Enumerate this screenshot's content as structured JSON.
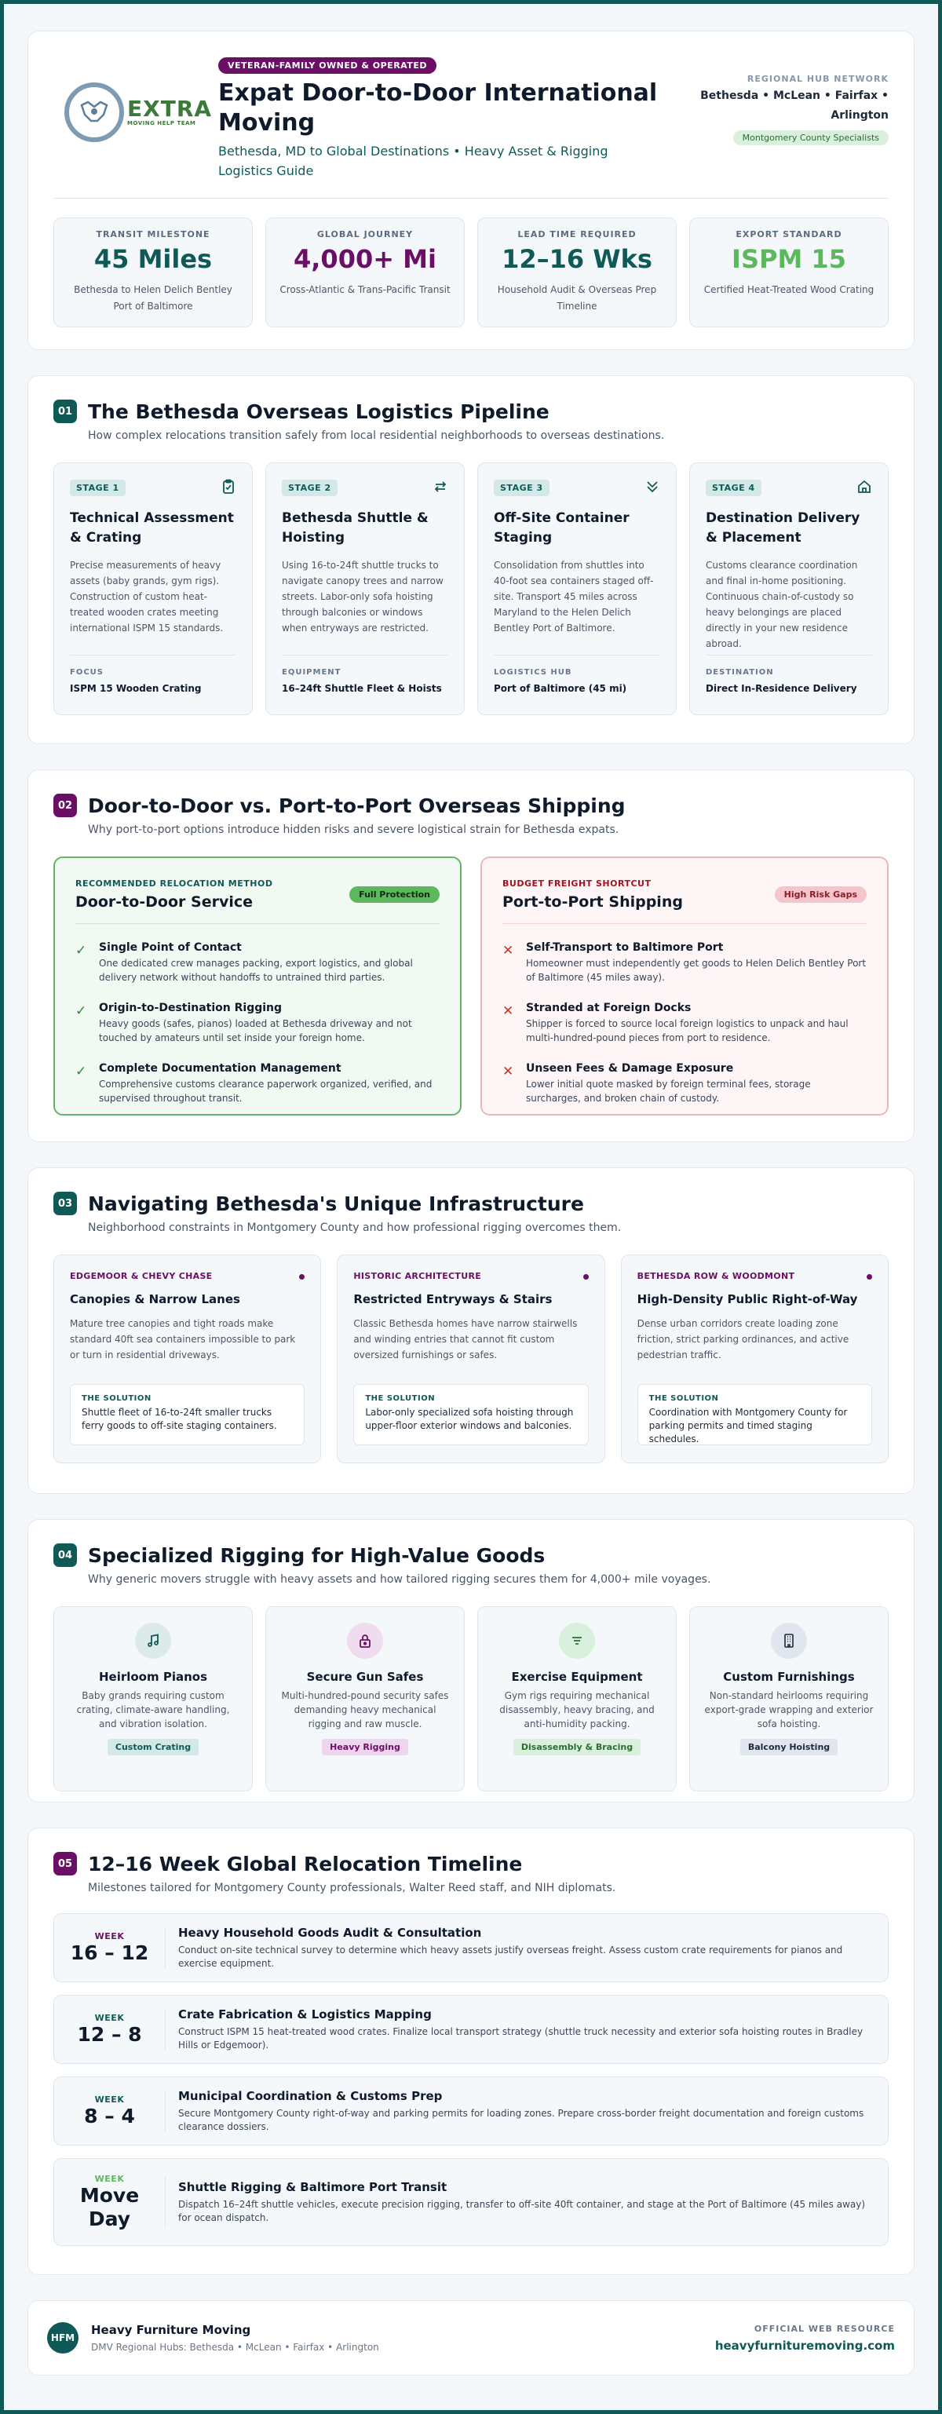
{
  "hero": {
    "logo_text": "EXTRA",
    "logo_sub": "MOVING HELP TEAM",
    "badge": "VETERAN-FAMILY OWNED & OPERATED",
    "title": "Expat Door-to-Door International Moving",
    "subtitle": "Bethesda, MD to Global Destinations • Heavy Asset & Rigging Logistics Guide",
    "hub_label": "REGIONAL HUB NETWORK",
    "hub_cities_line1": "Bethesda • McLean • Fairfax •",
    "hub_cities_line2": "Arlington",
    "hub_badge": "Montgomery County Specialists"
  },
  "stats": [
    {
      "label": "TRANSIT MILESTONE",
      "value": "45 Miles",
      "desc": "Bethesda to Helen Delich Bentley Port of Baltimore",
      "color": "#0f5a57"
    },
    {
      "label": "GLOBAL JOURNEY",
      "value": "4,000+ Mi",
      "desc": "Cross-Atlantic & Trans-Pacific Transit",
      "color": "#6b0f66"
    },
    {
      "label": "LEAD TIME REQUIRED",
      "value": "12–16 Wks",
      "desc": "Household Audit & Overseas Prep Timeline",
      "color": "#0f5a57"
    },
    {
      "label": "EXPORT STANDARD",
      "value": "ISPM 15",
      "desc": "Certified Heat-Treated Wood Crating",
      "color": "#5cb85c"
    }
  ],
  "pipeline": {
    "num": "01",
    "title": "The Bethesda Overseas Logistics Pipeline",
    "subtitle": "How complex relocations transition safely from local residential neighborhoods to overseas destinations.",
    "stages": [
      {
        "tag": "STAGE 1",
        "icon": "clipboard-check-icon",
        "title": "Technical Assessment & Crating",
        "desc": "Precise measurements of heavy assets (baby grands, gym rigs). Construction of custom heat-treated wooden crates meeting international ISPM 15 standards.",
        "foot_label": "FOCUS",
        "foot_value": "ISPM 15 Wooden Crating"
      },
      {
        "tag": "STAGE 2",
        "icon": "swap-arrows-icon",
        "title": "Bethesda Shuttle & Hoisting",
        "desc": "Using 16-to-24ft shuttle trucks to navigate canopy trees and narrow streets. Labor-only sofa hoisting through balconies or windows when entryways are restricted.",
        "foot_label": "EQUIPMENT",
        "foot_value": "16–24ft Shuttle Fleet & Hoists"
      },
      {
        "tag": "STAGE 3",
        "icon": "double-chevron-down-icon",
        "title": "Off-Site Container Staging",
        "desc": "Consolidation from shuttles into 40-foot sea containers staged off-site. Transport 45 miles across Maryland to the Helen Delich Bentley Port of Baltimore.",
        "foot_label": "LOGISTICS HUB",
        "foot_value": "Port of Baltimore (45 mi)"
      },
      {
        "tag": "STAGE 4",
        "icon": "home-icon",
        "title": "Destination Delivery & Placement",
        "desc": "Customs clearance coordination and final in-home positioning. Continuous chain-of-custody so heavy belongings are placed directly in your new residence abroad.",
        "foot_label": "DESTINATION",
        "foot_value": "Direct In-Residence Delivery"
      }
    ]
  },
  "compare": {
    "num": "02",
    "title": "Door-to-Door vs. Port-to-Port Overseas Shipping",
    "subtitle": "Why port-to-port options introduce hidden risks and severe logistical strain for Bethesda expats.",
    "good": {
      "label": "RECOMMENDED RELOCATION METHOD",
      "title": "Door-to-Door Service",
      "pill": "Full Protection",
      "items": [
        {
          "title": "Single Point of Contact",
          "desc": "One dedicated crew manages packing, export logistics, and global delivery network without handoffs to untrained third parties."
        },
        {
          "title": "Origin-to-Destination Rigging",
          "desc": "Heavy goods (safes, pianos) loaded at Bethesda driveway and not touched by amateurs until set inside your foreign home."
        },
        {
          "title": "Complete Documentation Management",
          "desc": "Comprehensive customs clearance paperwork organized, verified, and supervised throughout transit."
        }
      ]
    },
    "bad": {
      "label": "BUDGET FREIGHT SHORTCUT",
      "title": "Port-to-Port Shipping",
      "pill": "High Risk Gaps",
      "items": [
        {
          "title": "Self-Transport to Baltimore Port",
          "desc": "Homeowner must independently get goods to Helen Delich Bentley Port of Baltimore (45 miles away)."
        },
        {
          "title": "Stranded at Foreign Docks",
          "desc": "Shipper is forced to source local foreign logistics to unpack and haul multi-hundred-pound pieces from port to residence."
        },
        {
          "title": "Unseen Fees & Damage Exposure",
          "desc": "Lower initial quote masked by foreign terminal fees, storage surcharges, and broken chain of custody."
        }
      ]
    }
  },
  "infra": {
    "num": "03",
    "title": "Navigating Bethesda's Unique Infrastructure",
    "subtitle": "Neighborhood constraints in Montgomery County and how professional rigging overcomes them.",
    "solution_label": "THE SOLUTION",
    "cards": [
      {
        "tag": "EDGEMOOR & CHEVY CHASE",
        "title": "Canopies & Narrow Lanes",
        "desc": "Mature tree canopies and tight roads make standard 40ft sea containers impossible to park or turn in residential driveways.",
        "solution": "Shuttle fleet of 16-to-24ft smaller trucks ferry goods to off-site staging containers."
      },
      {
        "tag": "HISTORIC ARCHITECTURE",
        "title": "Restricted Entryways & Stairs",
        "desc": "Classic Bethesda homes have narrow stairwells and winding entries that cannot fit custom oversized furnishings or safes.",
        "solution": "Labor-only specialized sofa hoisting through upper-floor exterior windows and balconies."
      },
      {
        "tag": "BETHESDA ROW & WOODMONT",
        "title": "High-Density Public Right-of-Way",
        "desc": "Dense urban corridors create loading zone friction, strict parking ordinances, and active pedestrian traffic.",
        "solution": "Coordination with Montgomery County for parking permits and timed staging schedules."
      }
    ]
  },
  "rigging": {
    "num": "04",
    "title": "Specialized Rigging for High-Value Goods",
    "subtitle": "Why generic movers struggle with heavy assets and how tailored rigging secures them for 4,000+ mile voyages.",
    "items": [
      {
        "icon": "music-note-icon",
        "title": "Heirloom Pianos",
        "desc": "Baby grands requiring custom crating, climate-aware handling, and vibration isolation.",
        "pill": "Custom Crating",
        "bg": "#dcebea",
        "fg": "#0f5a57",
        "pill_bg": "#d3e9e7"
      },
      {
        "icon": "lock-icon",
        "title": "Secure Gun Safes",
        "desc": "Multi-hundred-pound security safes demanding heavy mechanical rigging and raw muscle.",
        "pill": "Heavy Rigging",
        "bg": "#efdcef",
        "fg": "#6b0f66",
        "pill_bg": "#efd6ef"
      },
      {
        "icon": "sliders-icon",
        "title": "Exercise Equipment",
        "desc": "Gym rigs requiring mechanical disassembly, heavy bracing, and anti-humidity packing.",
        "pill": "Disassembly & Bracing",
        "bg": "#d8f0dc",
        "fg": "#2f6b34",
        "pill_bg": "#d8f0dc"
      },
      {
        "icon": "building-icon",
        "title": "Custom Furnishings",
        "desc": "Non-standard heirlooms requiring export-grade wrapping and exterior sofa hoisting.",
        "pill": "Balcony Hoisting",
        "bg": "#e1e6ee",
        "fg": "#1e2a3a",
        "pill_bg": "#e1e6ee"
      }
    ]
  },
  "timeline": {
    "num": "05",
    "title": "12–16 Week Global Relocation Timeline",
    "subtitle": "Milestones tailored for Montgomery County professionals, Walter Reed staff, and NIH diplomats.",
    "rows": [
      {
        "week_label": "WEEK",
        "week": "16 – 12",
        "color": "#6b0f66",
        "title": "Heavy Household Goods Audit & Consultation",
        "desc": "Conduct on-site technical survey to determine which heavy assets justify overseas freight. Assess custom crate requirements for pianos and exercise equipment."
      },
      {
        "week_label": "WEEK",
        "week": "12 – 8",
        "color": "#0f5a57",
        "title": "Crate Fabrication & Logistics Mapping",
        "desc": "Construct ISPM 15 heat-treated wood crates. Finalize local transport strategy (shuttle truck necessity and exterior sofa hoisting routes in Bradley Hills or Edgemoor)."
      },
      {
        "week_label": "WEEK",
        "week": "8 – 4",
        "color": "#0f5a57",
        "title": "Municipal Coordination & Customs Prep",
        "desc": "Secure Montgomery County right-of-way and parking permits for loading zones. Prepare cross-border freight documentation and foreign customs clearance dossiers."
      },
      {
        "week_label": "WEEK",
        "week": "Move Day",
        "color": "#5cb85c",
        "title": "Shuttle Rigging & Baltimore Port Transit",
        "desc": "Dispatch 16–24ft shuttle vehicles, execute precision rigging, transfer to off-site 40ft container, and stage at the Port of Baltimore (45 miles away) for ocean dispatch."
      }
    ]
  },
  "footer": {
    "badge": "HFM",
    "name": "Heavy Furniture Moving",
    "hubs": "DMV Regional Hubs: Bethesda • McLean • Fairfax • Arlington",
    "label": "OFFICIAL WEB RESOURCE",
    "url": "heavyfurnituremoving.com"
  }
}
